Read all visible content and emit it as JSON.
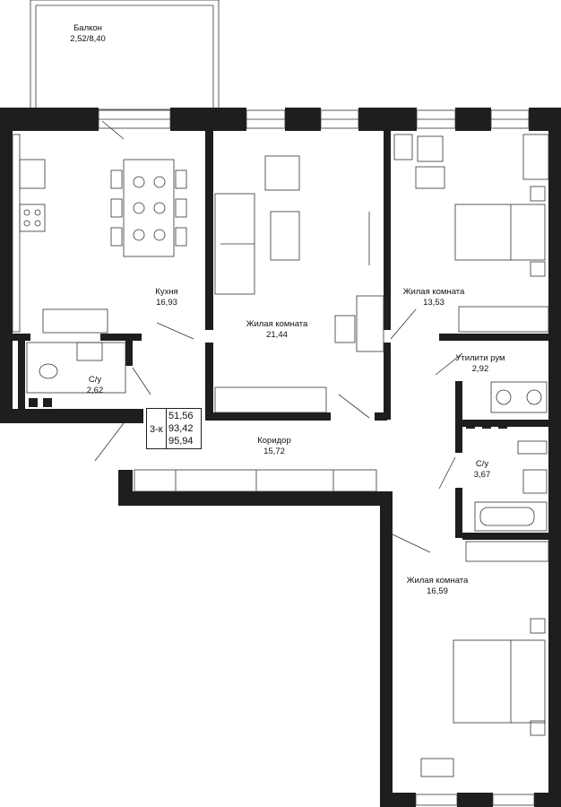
{
  "rooms": {
    "balcony": {
      "name": "Балкон",
      "area": "2,52/8,40"
    },
    "kitchen": {
      "name": "Кухня",
      "area": "16,93"
    },
    "living_main": {
      "name": "Жилая комната",
      "area": "21,44"
    },
    "bedroom_top": {
      "name": "Жилая комната",
      "area": "13,53"
    },
    "bath_left": {
      "name": "С/у",
      "area": "2,62"
    },
    "utility": {
      "name": "Утилити рум",
      "area": "2,92"
    },
    "corridor": {
      "name": "Коридор",
      "area": "15,72"
    },
    "bath_right": {
      "name": "С/у",
      "area": "3,67"
    },
    "bedroom_bottom": {
      "name": "Жилая комната",
      "area": "16,59"
    }
  },
  "summary": {
    "type": "3-к",
    "area_living": "51,56",
    "area_total": "93,42",
    "area_with_balcony": "95,94"
  },
  "colors": {
    "wall": "#1e1e1e",
    "line": "#333333",
    "background": "#ffffff"
  }
}
